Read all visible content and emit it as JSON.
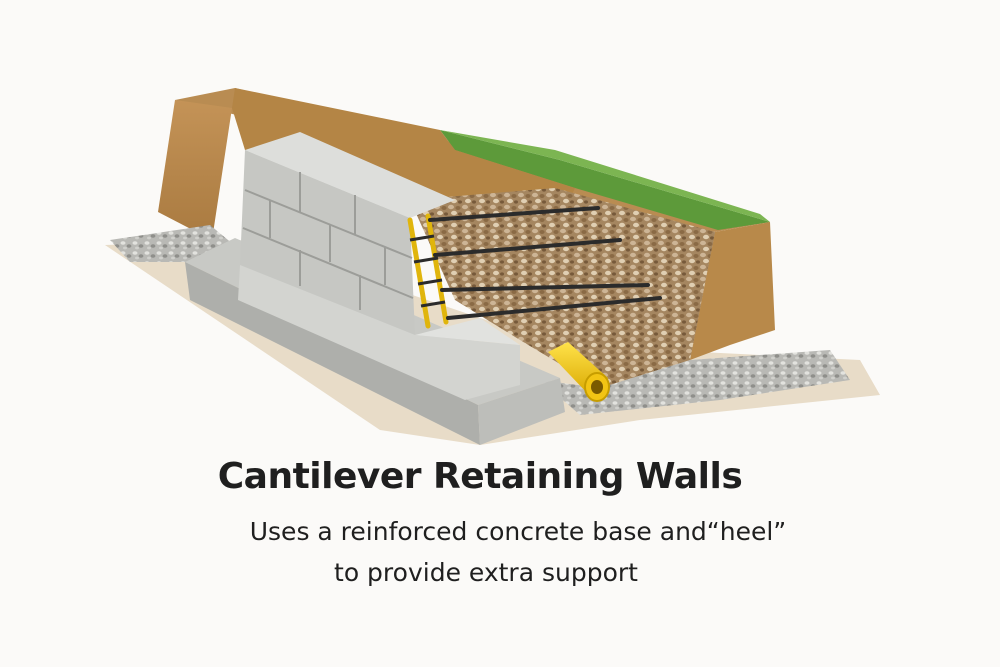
{
  "title": "Cantilever Retaining Walls",
  "subtitle_line1": "Uses a reinforced concrete base and“heel”",
  "subtitle_line2": "to provide extra support",
  "colors": {
    "background": "#fbfaf8",
    "soil": "#b8894a",
    "soil_dark": "#8c6433",
    "concrete": "#cfd0cc",
    "concrete_dark": "#a9aaa6",
    "gravel": "#a58660",
    "grass": "#5d9a3a",
    "drain_pipe": "#f2c414",
    "rebar": "#2b2b2b",
    "text": "#1f1f1f"
  },
  "icons": [
    "retaining-wall-illustration"
  ]
}
